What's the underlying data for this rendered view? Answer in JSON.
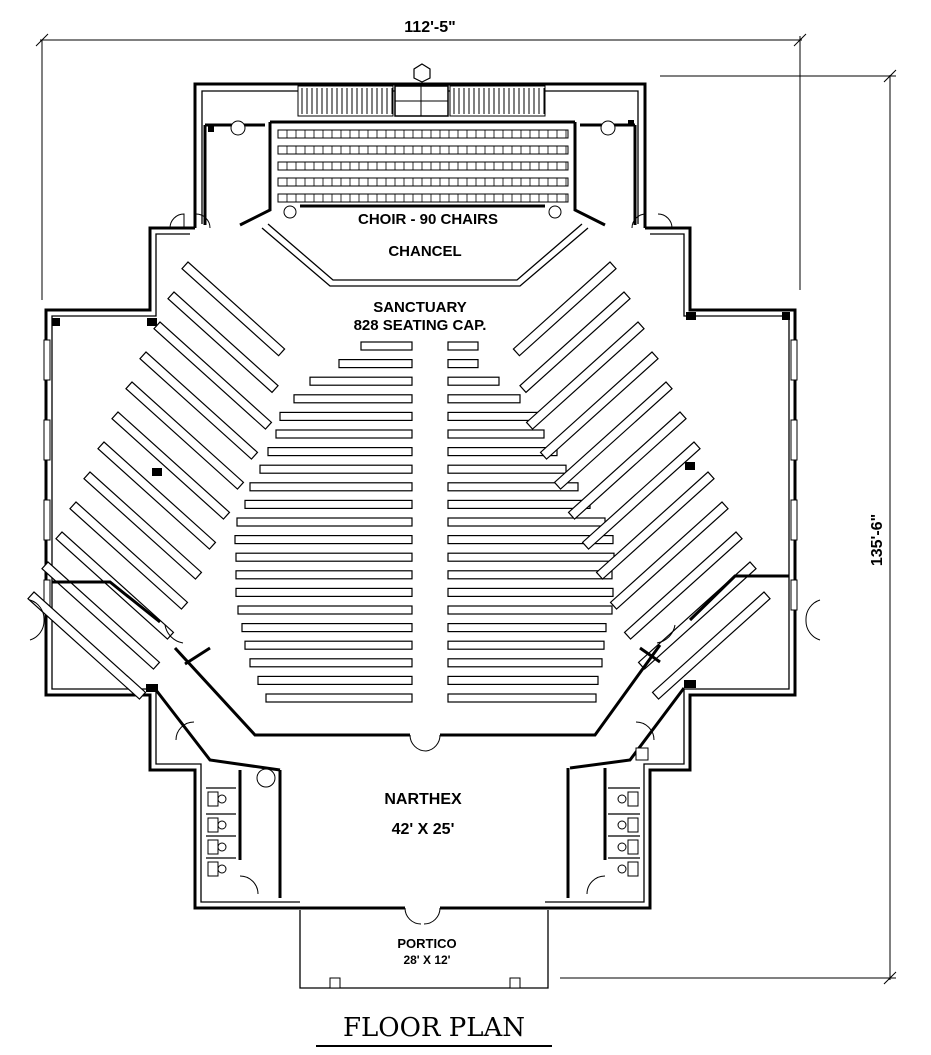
{
  "dimensions": {
    "width_label": "112'-5\"",
    "depth_label": "135'-6\""
  },
  "rooms": {
    "choir": "CHOIR - 90 CHAIRS",
    "chancel": "CHANCEL",
    "sanctuary": "SANCTUARY",
    "sanctuary_capacity": "828 SEATING CAP.",
    "narthex": "NARTHEX",
    "narthex_size": "42' X 25'",
    "portico": "PORTICO",
    "portico_size": "28' X 12'"
  },
  "title": "FLOOR PLAN"
}
